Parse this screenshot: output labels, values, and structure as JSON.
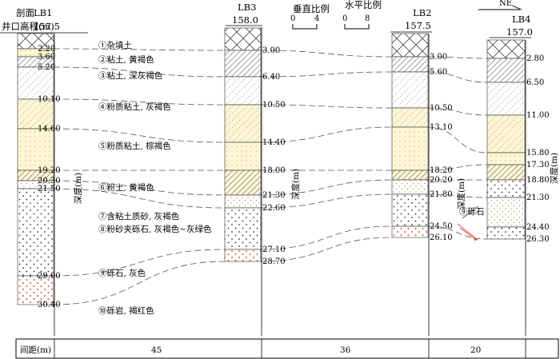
{
  "header": {
    "section_label": "剖面",
    "elev_label": "井口高程(m)",
    "north_label": "NE"
  },
  "scale_bar": {
    "vertical": {
      "title": "垂直比例",
      "ticks": [
        "0",
        "4"
      ]
    },
    "horizontal": {
      "title": "水平比例",
      "ticks": [
        "0",
        "8"
      ]
    }
  },
  "wells": [
    {
      "id": "LB1",
      "elevation": "157.5",
      "depths": [
        "2.20",
        "3.60",
        "5.20",
        "10.10",
        "14.60",
        "19.20",
        "20.30",
        "21.50",
        "29.00",
        "30.40"
      ]
    },
    {
      "id": "LB3",
      "elevation": "158.0",
      "depths": [
        "3.00",
        "6.40",
        "10.50",
        "14.40",
        "18.00",
        "21.30",
        "22.60",
        "27.10",
        "28.70"
      ]
    },
    {
      "id": "LB2",
      "elevation": "157.5",
      "depths": [
        "3.00",
        "5.60",
        "10.50",
        "13.10",
        "18.20",
        "20.20",
        "21.80",
        "24.50",
        "26.10"
      ]
    },
    {
      "id": "LB4",
      "elevation": "157.0",
      "depths": [
        "2.80",
        "6.50",
        "11.00",
        "15.80",
        "17.30",
        "18.80",
        "21.30",
        "24.40",
        "26.30"
      ]
    }
  ],
  "layers": [
    {
      "num": "①",
      "text": "杂填土"
    },
    {
      "num": "②",
      "text": "粘土, 黄褐色"
    },
    {
      "num": "③",
      "text": "粘土, 深灰褐色"
    },
    {
      "num": "④",
      "text": "粉质粘土, 灰褐色"
    },
    {
      "num": "⑤",
      "text": "粉质粘土, 棕褐色"
    },
    {
      "num": "⑥",
      "text": "粉土, 黄褐色"
    },
    {
      "num": "⑦",
      "text": "含粘土质砂, 灰褐色"
    },
    {
      "num": "⑧",
      "text": "粉砂夹砾石, 灰褐色~灰绿色"
    },
    {
      "num": "⑨",
      "text": "砾石, 灰色"
    },
    {
      "num": "⑩",
      "text": "砾岩, 褐红色"
    }
  ],
  "lb4_note": "⑨砾石",
  "axis_label": "深度(m)",
  "spacing": {
    "label": "间距(m)",
    "values": [
      "45",
      "36",
      "20"
    ]
  },
  "colors": {
    "fill": "#fff6d4",
    "hatch": "#555555",
    "gravel": "#333333",
    "rock": "#d9534f",
    "fault": "#e05050"
  }
}
